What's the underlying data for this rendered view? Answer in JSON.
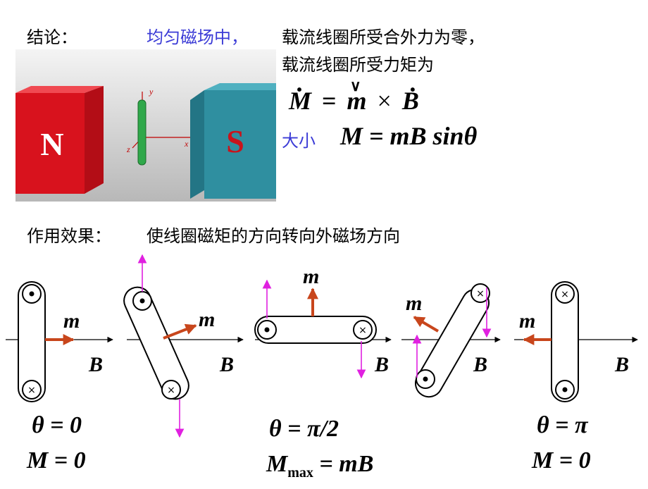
{
  "conclusion": {
    "label": "结论：",
    "condition": "均匀磁场中，",
    "line1": "载流线圈所受合外力为零，",
    "line2": "载流线圈所受力矩为"
  },
  "formula": {
    "torque_lhs": "M",
    "eq": "=",
    "m": "m",
    "cross": "×",
    "B": "B",
    "magnitude_label": "大小",
    "magnitude_expr": "M = mB sinθ"
  },
  "effect": {
    "label": "作用效果：",
    "text": "使线圈磁矩的方向转向外磁场方向"
  },
  "scene_image": {
    "north_label": "N",
    "south_label": "S",
    "axis_x": "x",
    "axis_y": "y",
    "axis_z": "z"
  },
  "diagrams": {
    "m_label": "m",
    "B_label": "B",
    "case1": {
      "theta": "θ = 0",
      "torque": "M = 0"
    },
    "case2": {
      "theta": "θ = π/2",
      "torque_sym": "M",
      "torque_sub": "max",
      "torque_rest": " = mB"
    },
    "case3": {
      "theta": "θ = π",
      "torque": "M = 0"
    }
  },
  "colors": {
    "moment_arrow": "#c8461c",
    "force_arrow": "#e020e0",
    "condition_text": "#3b3bd6",
    "north_pole": "#d8121d",
    "south_pole": "#2f8fa0"
  }
}
